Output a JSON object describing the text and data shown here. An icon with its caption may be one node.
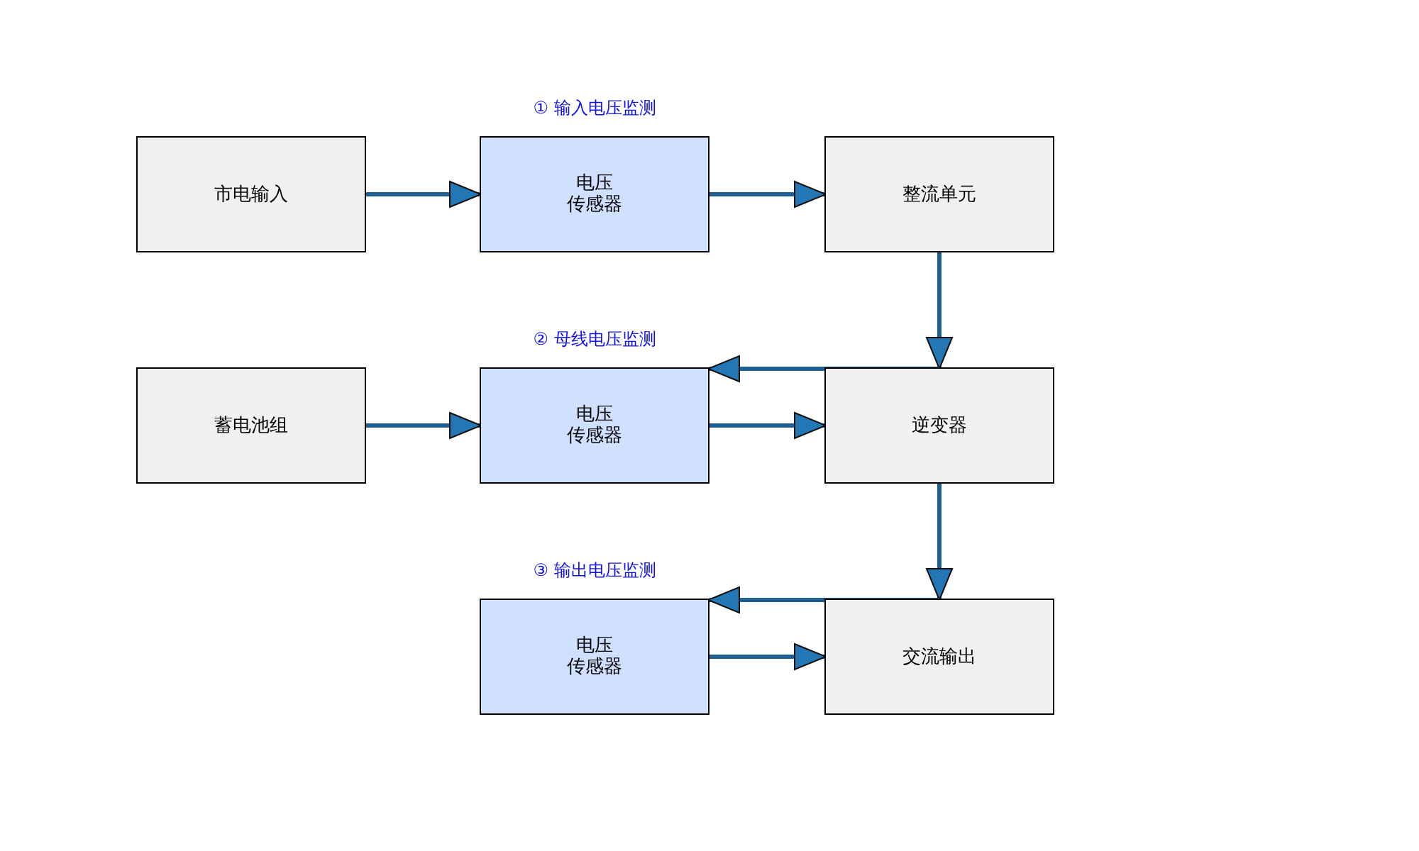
{
  "diagram": {
    "nodes": [
      {
        "text": [
          "市电输入"
        ]
      },
      {
        "text": [
          "电压",
          "传感器"
        ],
        "beside": [
          "① 输入电压监测"
        ]
      },
      {
        "text": [
          "整流单元"
        ]
      },
      {
        "text": [
          "蓄电池组"
        ]
      },
      {
        "text": [
          "电压",
          "传感器"
        ],
        "beside": [
          "② 母线电压监测"
        ]
      },
      {
        "text": [
          "逆变器"
        ]
      },
      {
        "text": [
          "电压",
          "传感器"
        ],
        "beside": [
          "③ 输出电压监测"
        ]
      },
      {
        "text": [
          "交流输出"
        ]
      }
    ],
    "edges": [
      {
        "from": 0,
        "to": 1,
        "arrow": "to"
      },
      {
        "from": 1,
        "to": 2,
        "arrow": "to"
      },
      {
        "from": 2,
        "to": 5,
        "arrow": "to"
      },
      {
        "from": 5,
        "to": 4,
        "arrow": "to"
      },
      {
        "from": 3,
        "to": 4,
        "arrow": "to"
      },
      {
        "from": 4,
        "to": 5,
        "arrow": "to"
      },
      {
        "from": 5,
        "to": 7,
        "arrow": "to"
      },
      {
        "from": 7,
        "to": 6,
        "arrow": "to"
      },
      {
        "from": 6,
        "to": 7,
        "arrow": "to"
      }
    ]
  }
}
